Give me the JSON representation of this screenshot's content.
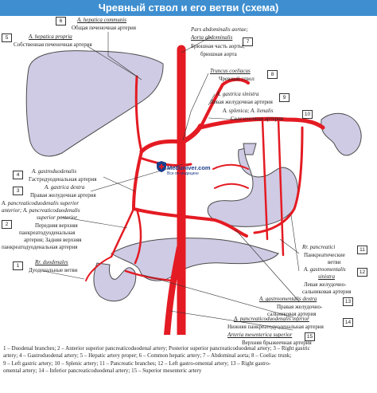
{
  "title": "Чревный ствол и его ветви (схема)",
  "labels": {
    "l1": {
      "n": "1",
      "lat": "Rr. duodenales",
      "ru": "Дуоденальные ветви"
    },
    "l2": {
      "n": "2",
      "lat1": "A. pancreaticoduodenalis superior",
      "lat2": "anterior; A. pancreaticoduodenalis",
      "lat3": "superior posterior",
      "ru1": "Передняя верхняя",
      "ru2": "панкреатодуоденальная",
      "ru3": "артерия; Задняя верхняя",
      "ru4": "панкреатодуоденальная артерия"
    },
    "l3": {
      "n": "3",
      "lat": "A. gastrica dextra",
      "ru": "Правая желудочная артерия"
    },
    "l4": {
      "n": "4",
      "lat": "A. gastroduodenalis",
      "ru": "Гастродуоденальная артерия"
    },
    "l5": {
      "n": "5",
      "lat": "A. hepatica propria",
      "ru": "Собственная печеночная артерия"
    },
    "l6": {
      "n": "6",
      "lat": "A. hepatica communis",
      "ru": "Общая печеночная артерия"
    },
    "l7": {
      "n": "7",
      "lat1": "Pars abdominalis aortae;",
      "lat2": "Aorta abdominalis",
      "ru1": "Брюшная часть аорты;",
      "ru2": "брюшная аорта"
    },
    "l8": {
      "n": "8",
      "lat": "Truncus coeliacus",
      "ru": "Чревный ствол"
    },
    "l9": {
      "n": "9",
      "lat": "A. gastrica sinistra",
      "ru": "Левая желудочная артерия"
    },
    "l10": {
      "n": "10",
      "lat": "A. splenica; A. lienalis",
      "ru": "Селезеночная артерия"
    },
    "l11": {
      "n": "11",
      "lat": "Rr. pancreatici",
      "ru1": "Панкреатические",
      "ru2": "ветви"
    },
    "l12": {
      "n": "12",
      "lat1": "A. gastroomentalis",
      "lat2": "sinistra",
      "ru1": "Левая желудочно-",
      "ru2": "сальниковая артерия"
    },
    "l13": {
      "n": "13",
      "lat": "A. gastroomentalis dextra",
      "ru1": "Правая желудочно-",
      "ru2": "сальниковая артерия"
    },
    "l14": {
      "n": "14",
      "lat": "A. pancreaticoduodenalis inferior",
      "ru": "Нижняя панкреатодуоденальная артерия"
    },
    "l15": {
      "n": "15",
      "lat": "Arteria mesenterica superior",
      "ru": "Верхняя брыжеечная артерия"
    }
  },
  "logo": {
    "name": "Meduniver.com",
    "sub": "Все по медицине"
  },
  "legend": [
    "1 – Duodenal branches; 2 – Anterior superior pancreaticoduodenal artery; Posterior superior pancreaticoduodenal artery; 3 – Right gastric",
    "artery; 4 – Gastroduodenal artery; 5 – Hepatic artery proper; 6 – Common hepatic artery; 7 – Abdominal aorta; 8 – Coeliac trunk;",
    "9 – Left gastric artery; 10 – Splenic artery; 11 – Pancreatic branches; 12 – Left gastro-omental artery; 13 – Right gastro-",
    "omental artery; 14 – Inferior pancreaticoduodenal artery; 15 – Superior mesenteric artery"
  ],
  "colors": {
    "artery": "#e41b23",
    "organ": "#cfcbe4",
    "organ_stroke": "#4b4b4b",
    "title_bg": "#3f8fd0"
  }
}
